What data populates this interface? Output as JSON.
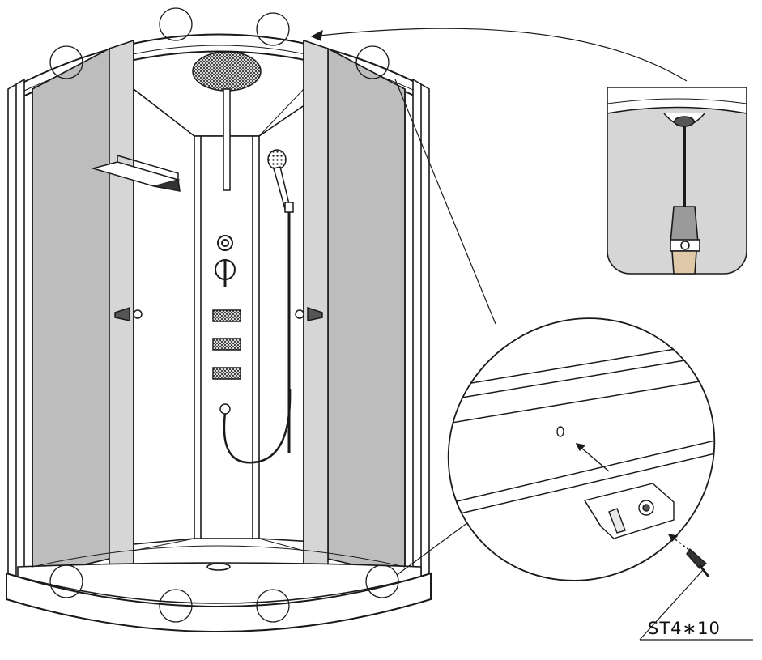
{
  "diagram": {
    "part_label": "ST4∗10",
    "colors": {
      "line": "#1a1a1a",
      "glass_tint": "#bdbdbd",
      "frame_fill": "#ffffff",
      "background": "#ffffff"
    },
    "icons": [
      "shower-cabin",
      "rain-shower-head",
      "hand-shower",
      "mixer-valve",
      "body-jets",
      "shelf",
      "door-handle",
      "screwdriver",
      "mounting-bracket",
      "screw"
    ]
  }
}
